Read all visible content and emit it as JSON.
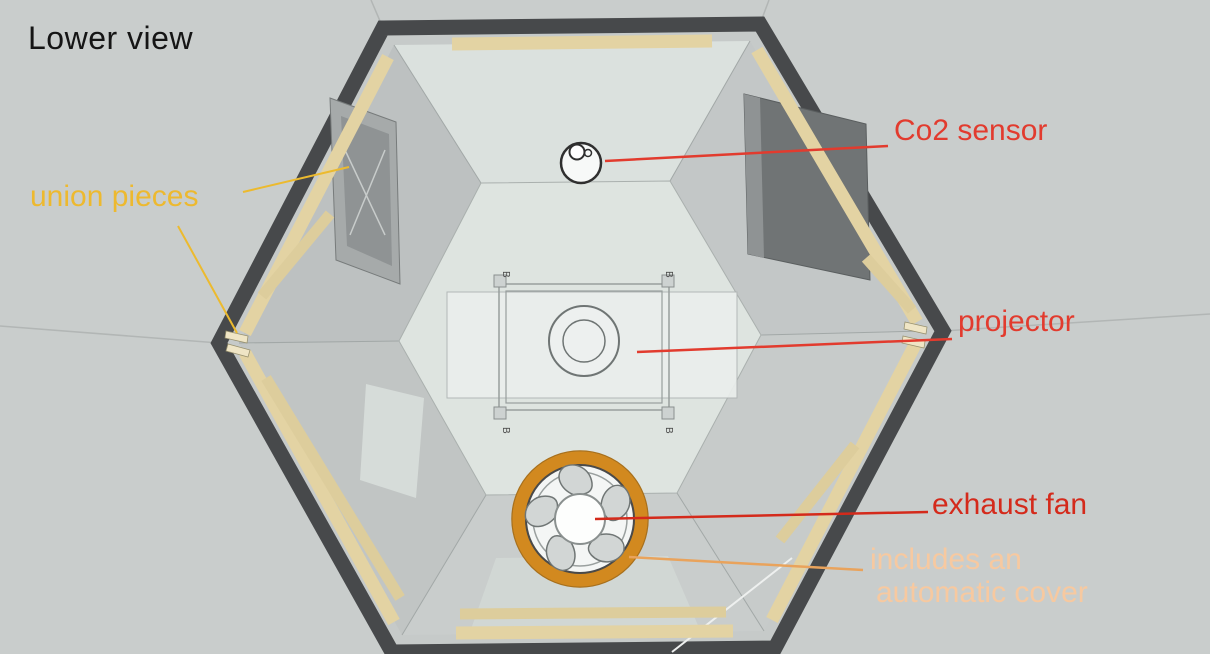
{
  "view": {
    "title": "Lower view"
  },
  "annotations": {
    "union_pieces": {
      "label": "union pieces",
      "color": "#edb92f"
    },
    "co2_sensor": {
      "label": "Co2 sensor",
      "color": "#e23b2e"
    },
    "projector": {
      "label": "projector",
      "color": "#e23b2e"
    },
    "exhaust_fan": {
      "label": "exhaust fan",
      "color": "#d42a1b"
    },
    "cover_note": {
      "line1": "includes an",
      "line2": "automatic cover",
      "color": "#f7c9a0"
    }
  },
  "diagram": {
    "bracket_label": "B",
    "colors": {
      "background": "#c9cdcc",
      "frame_dark": "#47494b",
      "wood_plank": "#e3d3a3",
      "ceiling_panel": "#dee4e0",
      "fan_ring_orange": "#d2891f",
      "leader_red": "#e23b2e",
      "leader_yellow": "#ecba2e",
      "leader_orange": "#e9a35c"
    }
  }
}
